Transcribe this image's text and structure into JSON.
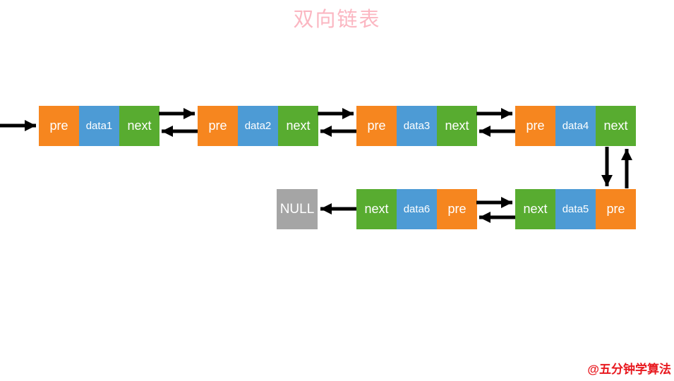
{
  "title": "双向链表",
  "watermark": "@五分钟学算法",
  "labels": {
    "pre": "pre",
    "next": "next",
    "null": "NULL"
  },
  "nodes": [
    {
      "name": "node1",
      "order": "pre-data-next",
      "data": "data1"
    },
    {
      "name": "node2",
      "order": "pre-data-next",
      "data": "data2"
    },
    {
      "name": "node3",
      "order": "pre-data-next",
      "data": "data3"
    },
    {
      "name": "node4",
      "order": "pre-data-next",
      "data": "data4"
    },
    {
      "name": "node5",
      "order": "next-data-pre",
      "data": "data5"
    },
    {
      "name": "node6",
      "order": "next-data-pre",
      "data": "data6"
    }
  ],
  "edges": [
    {
      "from": "outside-left",
      "to": "node1.pre",
      "direction": "right"
    },
    {
      "from": "node1.next",
      "to": "node2",
      "direction": "right"
    },
    {
      "from": "node2.pre",
      "to": "node1",
      "direction": "left"
    },
    {
      "from": "node2.next",
      "to": "node3",
      "direction": "right"
    },
    {
      "from": "node3.pre",
      "to": "node2",
      "direction": "left"
    },
    {
      "from": "node3.next",
      "to": "node4",
      "direction": "right"
    },
    {
      "from": "node4.pre",
      "to": "node3",
      "direction": "left"
    },
    {
      "from": "node4.next",
      "to": "node5.pre",
      "direction": "down"
    },
    {
      "from": "node5.pre",
      "to": "node4.next",
      "direction": "up"
    },
    {
      "from": "node5.next",
      "to": "node6",
      "direction": "left"
    },
    {
      "from": "node6.pre",
      "to": "node5",
      "direction": "right"
    },
    {
      "from": "node6.next",
      "to": "null",
      "direction": "left"
    }
  ],
  "colors": {
    "pre_cell": "#F6861F",
    "data_cell": "#4D9BD5",
    "next_cell": "#58AC30",
    "null_box": "#A5A5A5",
    "title": "#FBB7C2",
    "watermark": "#E8191F",
    "arrow": "#000000",
    "cell_text": "#FFFFFF",
    "background": "#FFFFFF"
  }
}
